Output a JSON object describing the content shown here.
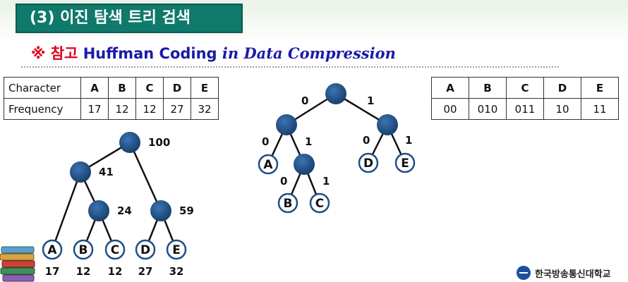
{
  "slide": {
    "title": "(3) 이진 탐색 트리 검색",
    "subtitle_mark": "※",
    "subtitle_korean": "참고",
    "subtitle_main": "Huffman Coding",
    "subtitle_italic": "in Data Compression"
  },
  "freq_table": {
    "row_labels": [
      "Character",
      "Frequency"
    ],
    "characters": [
      "A",
      "B",
      "C",
      "D",
      "E"
    ],
    "frequencies": [
      "17",
      "12",
      "12",
      "27",
      "32"
    ]
  },
  "code_table": {
    "characters": [
      "A",
      "B",
      "C",
      "D",
      "E"
    ],
    "codes": [
      "00",
      "010",
      "011",
      "10",
      "11"
    ]
  },
  "weight_tree": {
    "root": "100",
    "left": "41",
    "mid": "24",
    "right": "59",
    "leaves": [
      "A",
      "B",
      "C",
      "D",
      "E"
    ],
    "leaf_values": [
      "17",
      "12",
      "12",
      "27",
      "32"
    ]
  },
  "code_tree": {
    "edge_labels": [
      "0",
      "1",
      "0",
      "1",
      "0",
      "1",
      "0",
      "1"
    ],
    "leaves": [
      "A",
      "B",
      "C",
      "D",
      "E"
    ]
  },
  "footer": {
    "logo_text": "한국방송통신대학교"
  },
  "colors": {
    "title_bg": "#0f7a6b",
    "node_fill": "#1f4f86",
    "accent_red": "#e0001a",
    "accent_blue": "#1a1aa8"
  }
}
